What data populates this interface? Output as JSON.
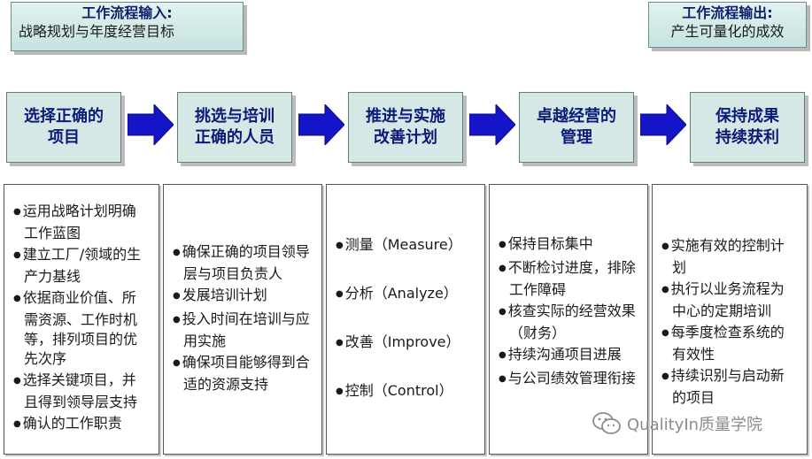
{
  "input_box": {
    "label": "工作流程输入:",
    "text": "战略规划与年度经营目标"
  },
  "output_box": {
    "label": "工作流程输出:",
    "text": "产生可量化的成效"
  },
  "steps": [
    {
      "label": "选择正确的\n项目"
    },
    {
      "label": "挑选与培训\n正确的人员"
    },
    {
      "label": "推进与实施\n改善计划"
    },
    {
      "label": "卓越经营的\n管理"
    },
    {
      "label": "保持成果\n持续获利"
    }
  ],
  "details": [
    {
      "items": [
        "运用战略计划明确工作蓝图",
        "建立工厂/领域的生产力基线",
        "依据商业价值、所需资源、工作时机等，排列项目的优先次序",
        "选择关键项目，并且得到领导层支持",
        "确认的工作职责"
      ]
    },
    {
      "items": [
        "确保正确的项目领导层与项目负责人",
        "发展培训计划",
        "投入时间在培训与应用实施",
        "确保项目能够得到合适的资源支持"
      ]
    },
    {
      "items": [
        "测量（Measure）",
        "分析（Analyze）",
        "改善（Improve）",
        "控制（Control）"
      ]
    },
    {
      "items": [
        "保持目标集中",
        "不断检讨进度，排除工作障碍",
        "核查实际的经营效果（财务）",
        "持续沟通项目进展",
        "与公司绩效管理衔接"
      ]
    },
    {
      "items": [
        "实施有效的控制计划",
        "执行以业务流程为中心的定期培训",
        "每季度检查系统的有效性",
        "持续识别与启动新的项目"
      ]
    }
  ],
  "watermark": {
    "text": "QualityIn质量学院",
    "icon": "wechat-icon"
  },
  "colors": {
    "step_text": "#0c1a78",
    "step_bg": "#d6e8e6",
    "arrow": "#1414c8",
    "io_bg": "#c5e3df"
  }
}
